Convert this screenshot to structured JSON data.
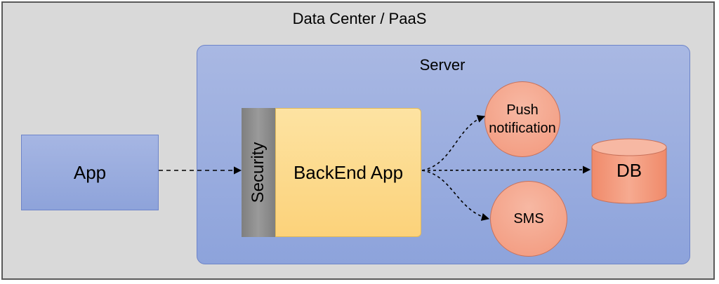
{
  "diagram": {
    "container_label": "Data Center / PaaS",
    "server_label": "Server",
    "nodes": {
      "app": "App",
      "security": "Security",
      "backend": "BackEnd App",
      "push": "Push notification",
      "sms": "SMS",
      "db": "DB"
    }
  },
  "colors": {
    "container_bg": "#d9d9d9",
    "server_bg": "#a9b8e3",
    "backend_bg": "#fcd27a",
    "security_bg": "#8c8c8c",
    "service_bg": "#f4a488"
  }
}
